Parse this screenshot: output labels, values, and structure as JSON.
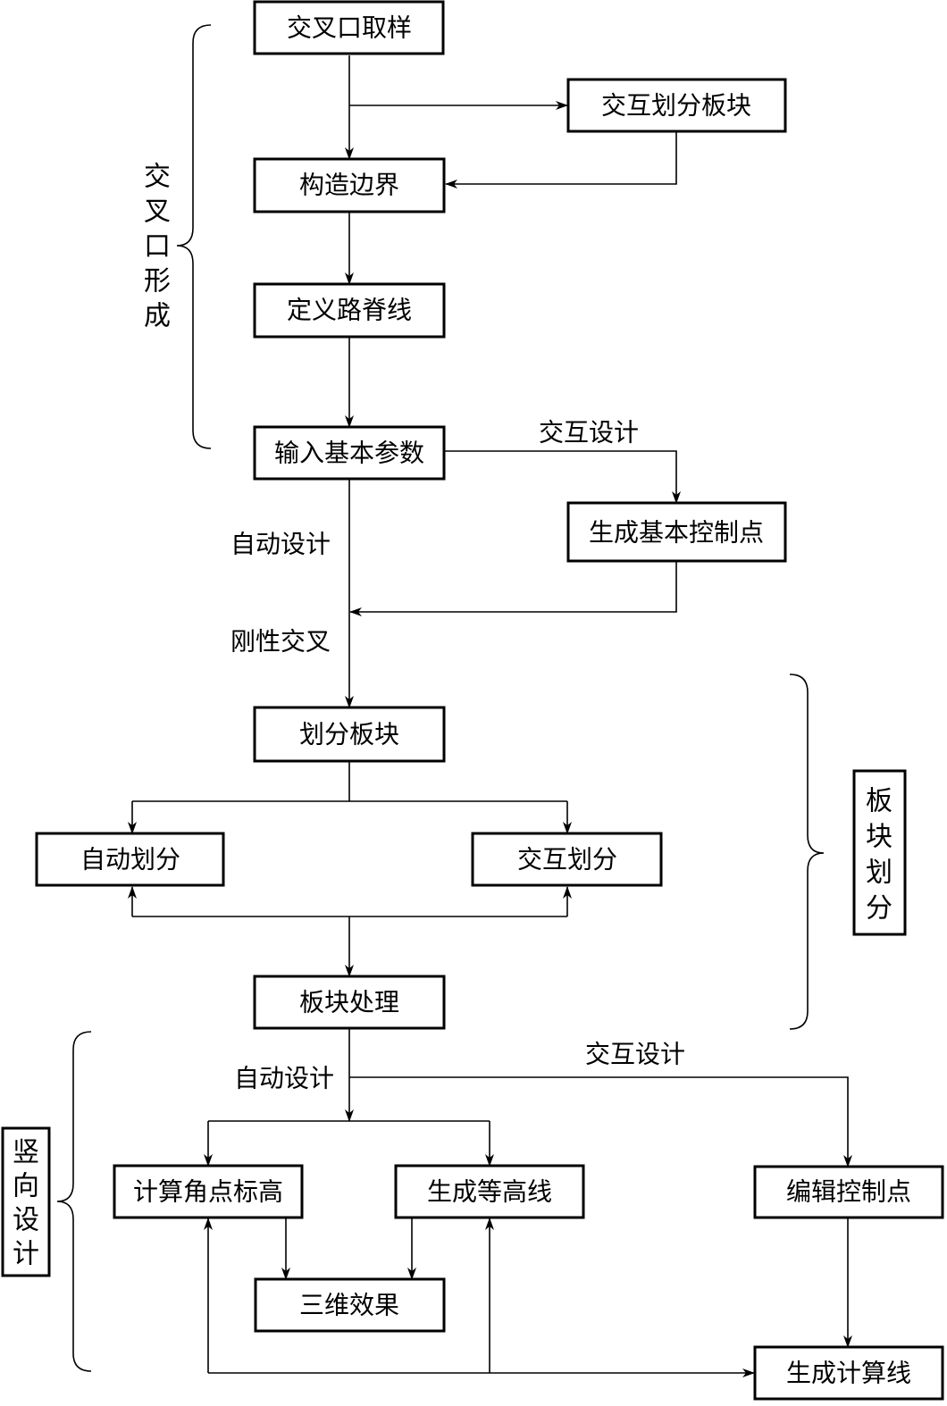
{
  "nodes": {
    "sampling": "交叉口取样",
    "interactive_partition_top": "交互划分板块",
    "construct_boundary": "构造边界",
    "define_ridge": "定义路脊线",
    "input_params": "输入基本参数",
    "gen_control_points": "生成基本控制点",
    "partition_blocks": "划分板块",
    "auto_partition": "自动划分",
    "interactive_partition": "交互划分",
    "block_processing": "板块处理",
    "calc_elevation": "计算角点标高",
    "gen_contours": "生成等高线",
    "edit_control_points": "编辑控制点",
    "three_d_effect": "三维效果",
    "gen_calc_lines": "生成计算线"
  },
  "edge_labels": {
    "interactive_design_1": "交互设计",
    "auto_design_1": "自动设计",
    "rigid_intersection": "刚性交叉",
    "interactive_design_2": "交互设计",
    "auto_design_2": "自动设计"
  },
  "groups": {
    "intersection_formation": [
      "交",
      "叉",
      "口",
      "形",
      "成"
    ],
    "block_partition": [
      "板",
      "块",
      "划",
      "分"
    ],
    "vertical_design": [
      "竖",
      "向",
      "设",
      "计"
    ]
  }
}
